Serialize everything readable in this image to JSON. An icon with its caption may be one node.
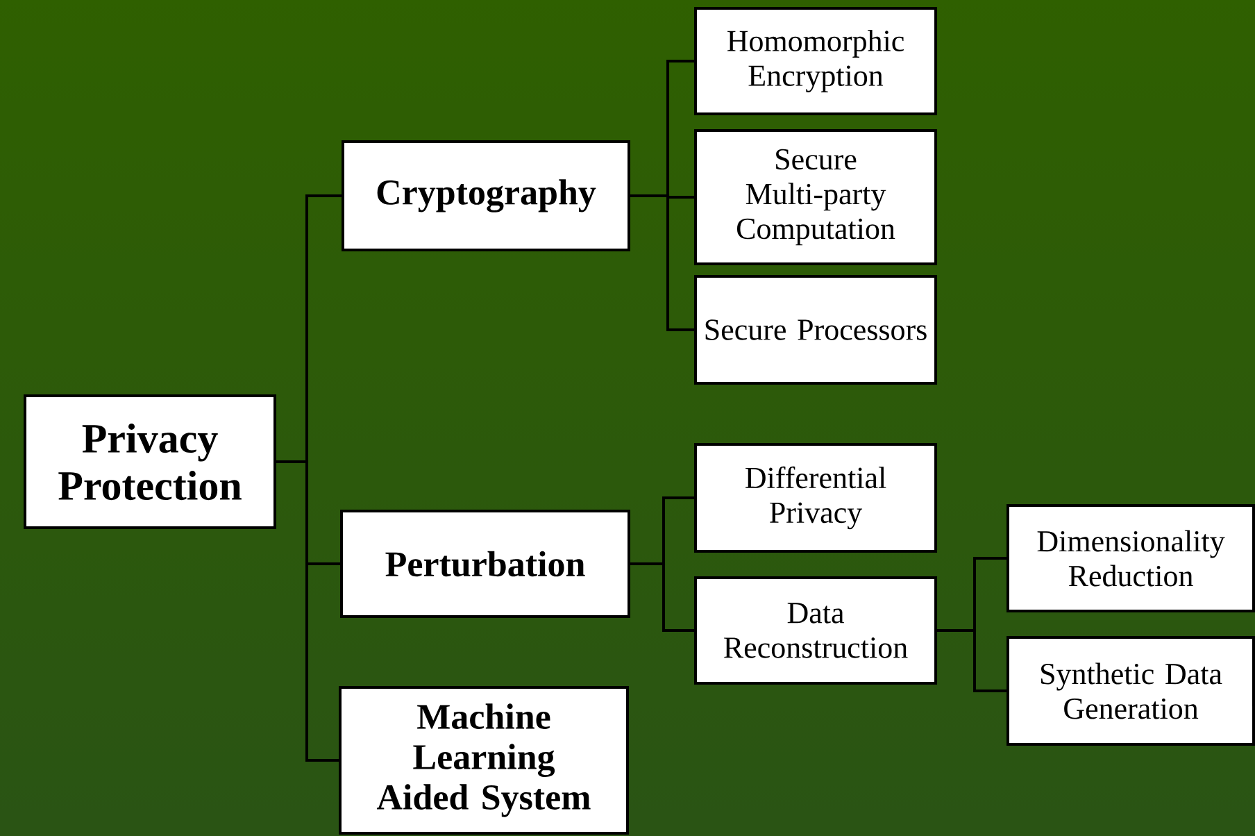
{
  "diagram": {
    "nodes": [
      {
        "text": [
          "Privacy Protection"
        ]
      },
      {
        "text": [
          "Cryptography"
        ]
      },
      {
        "text": [
          "Homomorphic Encryption"
        ]
      },
      {
        "text": [
          "Secure Multi-party Computation"
        ]
      },
      {
        "text": [
          "Secure Processors"
        ]
      },
      {
        "text": [
          "Perturbation"
        ]
      },
      {
        "text": [
          "Differential Privacy"
        ]
      },
      {
        "text": [
          "Data Reconstruction"
        ]
      },
      {
        "text": [
          "Dimensionality Reduction"
        ]
      },
      {
        "text": [
          "Synthetic Data Generation"
        ]
      },
      {
        "text": [
          "Machine Learning Aided System"
        ]
      }
    ],
    "edges": [
      {
        "from": 0,
        "to": 1,
        "arrow": "none"
      },
      {
        "from": 0,
        "to": 5,
        "arrow": "none"
      },
      {
        "from": 0,
        "to": 10,
        "arrow": "none"
      },
      {
        "from": 1,
        "to": 2,
        "arrow": "none"
      },
      {
        "from": 1,
        "to": 3,
        "arrow": "none"
      },
      {
        "from": 1,
        "to": 4,
        "arrow": "none"
      },
      {
        "from": 5,
        "to": 6,
        "arrow": "none"
      },
      {
        "from": 5,
        "to": 7,
        "arrow": "none"
      },
      {
        "from": 7,
        "to": 8,
        "arrow": "none"
      },
      {
        "from": 7,
        "to": 9,
        "arrow": "none"
      }
    ]
  }
}
